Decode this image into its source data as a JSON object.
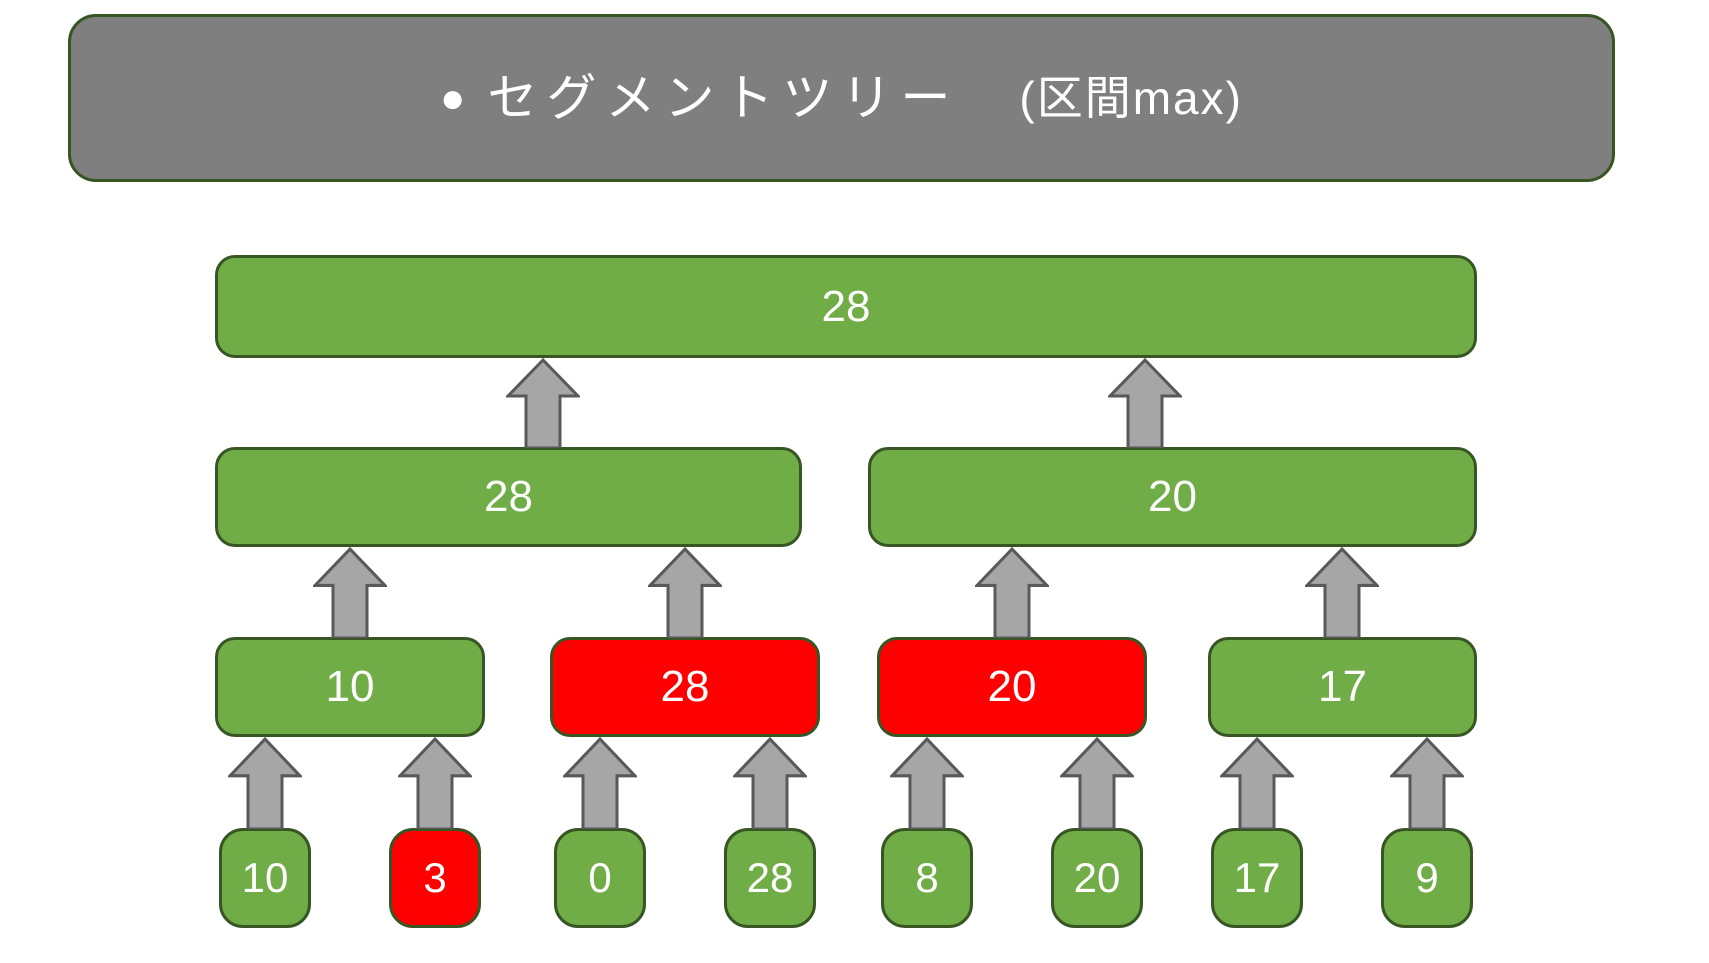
{
  "header": {
    "bullet": "●",
    "title": "セグメントツリー",
    "subtitle": "(区間max)"
  },
  "colors": {
    "header-bg": "#7f7f7f",
    "header-border": "#375623",
    "node-green": "#70ad47",
    "node-red": "#ff0000",
    "node-border": "#375623",
    "arrow-fill": "#a6a6a6",
    "arrow-border": "#595959",
    "text": "#ffffff"
  },
  "tree": {
    "type": "segment-tree",
    "operation": "max",
    "levels": [
      {
        "name": "root",
        "nodes": [
          {
            "value": "28",
            "color": "green"
          }
        ]
      },
      {
        "name": "level-2",
        "nodes": [
          {
            "value": "28",
            "color": "green"
          },
          {
            "value": "20",
            "color": "green"
          }
        ]
      },
      {
        "name": "level-3",
        "nodes": [
          {
            "value": "10",
            "color": "green"
          },
          {
            "value": "28",
            "color": "red"
          },
          {
            "value": "20",
            "color": "red"
          },
          {
            "value": "17",
            "color": "green"
          }
        ]
      },
      {
        "name": "leaves",
        "nodes": [
          {
            "value": "10",
            "color": "green"
          },
          {
            "value": "3",
            "color": "red"
          },
          {
            "value": "0",
            "color": "green"
          },
          {
            "value": "28",
            "color": "green"
          },
          {
            "value": "8",
            "color": "green"
          },
          {
            "value": "20",
            "color": "green"
          },
          {
            "value": "17",
            "color": "green"
          },
          {
            "value": "9",
            "color": "green"
          }
        ]
      }
    ]
  }
}
